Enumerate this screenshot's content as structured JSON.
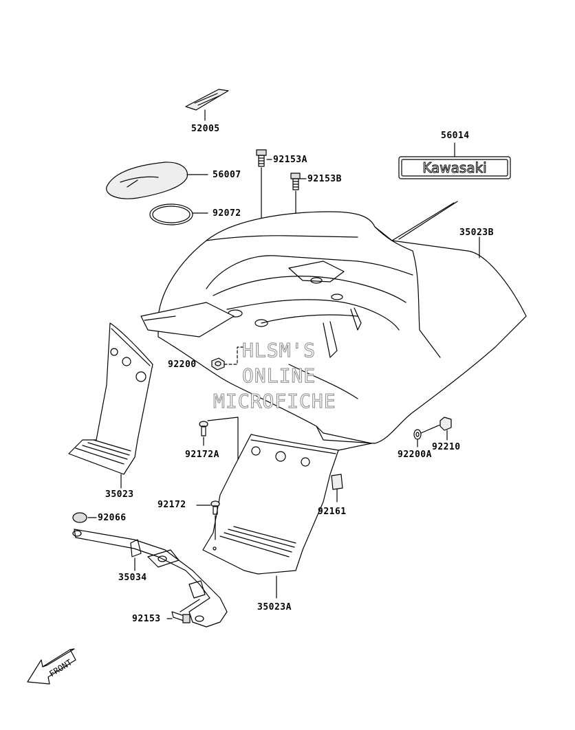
{
  "parts": {
    "p52005": "52005",
    "p56014": "56014",
    "p92153A": "92153A",
    "p92153B": "92153B",
    "p56007": "56007",
    "p92072": "92072",
    "p35023B": "35023B",
    "p92200": "92200",
    "p92172A": "92172A",
    "p92200A": "92200A",
    "p92210": "92210",
    "p35023": "35023",
    "p92161": "92161",
    "p92172": "92172",
    "p92066": "92066",
    "p35034": "35034",
    "p35023A": "35023A",
    "p92153": "92153"
  },
  "emblem_text": "Kawasaki",
  "front_arrow_text": "FRONT",
  "watermark": {
    "line1": "HLSM'S",
    "line2": "ONLINE",
    "line3": "MICROFICHE"
  },
  "colors": {
    "line": "#000000",
    "background": "#ffffff",
    "watermark_outline": "#888888"
  }
}
